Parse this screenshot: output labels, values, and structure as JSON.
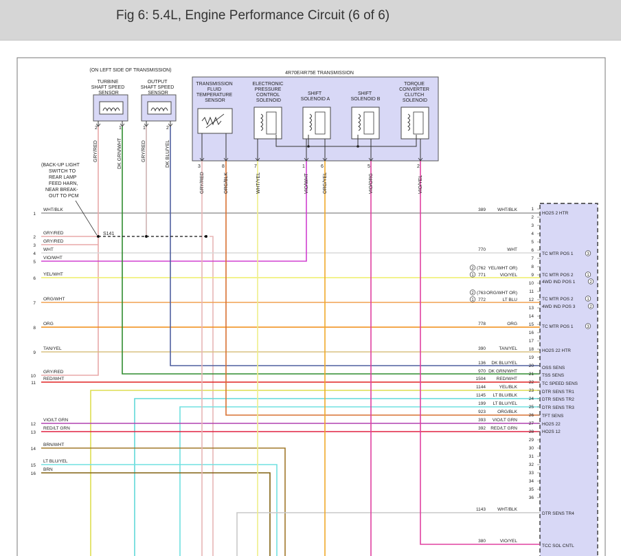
{
  "page_title": "Fig 6: 5.4L, Engine Performance Circuit (6 of 6)",
  "notes": {
    "location": "(ON LEFT SIDE OF TRANSMISSION)",
    "transmission": "4R70E/4R75E TRANSMISSION",
    "backup": [
      "(BACK-UP LIGHT",
      "SWITCH TO",
      "REAR LAMP",
      "FEED HARN,",
      "NEAR BREAK-",
      "OUT TO PCM"
    ],
    "splice": "S141"
  },
  "sensors": [
    {
      "lines": [
        "TURBINE",
        "SHAFT SPEED",
        "SENSOR"
      ],
      "pinL": "2",
      "pinR": "1",
      "wireL": "GRY/RED",
      "wireR": "DK GRN/WHT"
    },
    {
      "lines": [
        "OUTPUT",
        "SHAFT SPEED",
        "SENSOR"
      ],
      "pinL": "1",
      "pinR": "2",
      "wireL": "GRY/RED",
      "wireR": "DK BLU/YEL"
    }
  ],
  "trans_components": [
    {
      "lines": [
        "TRANSMISSION",
        "FLUID",
        "TEMPERATURE",
        "SENSOR"
      ],
      "pinL": "3",
      "pinR": "8",
      "wireL": "GRY/RED",
      "wireR": "ORG/BLK"
    },
    {
      "lines": [
        "ELECTRONIC",
        "PRESSURE",
        "CONTROL",
        "SOLENOID"
      ],
      "pin": "7",
      "wire": "WHT/YEL"
    },
    {
      "lines": [
        "SHIFT",
        "SOLENOID A"
      ],
      "pinL": "1",
      "pinR": "6",
      "wireL": "VIO/WHT",
      "wireR": "ORG/YEL"
    },
    {
      "lines": [
        "SHIFT",
        "SOLENOID B"
      ],
      "pin": "5",
      "wire": "VIO/ORG"
    },
    {
      "lines": [
        "TORQUE",
        "CONVERTER",
        "CLUTCH",
        "SOLENOID"
      ],
      "pin": "2",
      "wire": "VIO/YEL"
    }
  ],
  "left_wires": [
    {
      "pin": "1",
      "label": "WHT/BLK"
    },
    {
      "pin": "2",
      "label": "GRY/RED"
    },
    {
      "pin": "3",
      "label": "GRY/RED"
    },
    {
      "pin": "",
      "label": "WHT"
    },
    {
      "pin": "4",
      "label": ""
    },
    {
      "pin": "5",
      "label": "VIO/WHT"
    },
    {
      "pin": "6",
      "label": "YEL/WHT"
    },
    {
      "pin": "7",
      "label": "ORG/WHT"
    },
    {
      "pin": "8",
      "label": "ORG"
    },
    {
      "pin": "9",
      "label": "TAN/YEL"
    },
    {
      "pin": "10",
      "label": "GRY/RED"
    },
    {
      "pin": "11",
      "label": "RED/WHT"
    },
    {
      "pin": "12",
      "label": "VIO/LT GRN"
    },
    {
      "pin": "13",
      "label": "RED/LT GRN"
    },
    {
      "pin": "14",
      "label": "BRN/WHT"
    },
    {
      "pin": "15",
      "label": "LT BLU/YEL"
    },
    {
      "pin": "16",
      "label": "BRN"
    }
  ],
  "circuits": [
    {
      "num": "389",
      "color": "WHT/BLK"
    },
    {
      "num": "770",
      "color": "WHT"
    },
    {
      "num": "(762",
      "color": "YEL/WHT OR)"
    },
    {
      "num": "771",
      "color": "VIO/YEL"
    },
    {
      "num": "(763",
      "color": "ORG/WHT OR)"
    },
    {
      "num": "772",
      "color": "LT BLU"
    },
    {
      "num": "778",
      "color": "ORG"
    },
    {
      "num": "390",
      "color": "TAN/YEL"
    },
    {
      "num": "136",
      "color": "DK BLU/YEL"
    },
    {
      "num": "970",
      "color": "DK GRN/WHT"
    },
    {
      "num": "1504",
      "color": "RED/WHT"
    },
    {
      "num": "1144",
      "color": "YEL/BLK"
    },
    {
      "num": "1145",
      "color": "LT BLU/BLK"
    },
    {
      "num": "199",
      "color": "LT BLU/YEL"
    },
    {
      "num": "923",
      "color": "ORG/BLK"
    },
    {
      "num": "393",
      "color": "VIO/LT GRN"
    },
    {
      "num": "392",
      "color": "RED/LT GRN"
    },
    {
      "num": "1143",
      "color": "WHT/BLK"
    },
    {
      "num": "380",
      "color": "VIO/YEL"
    }
  ],
  "circle_marks": [
    "2",
    "1",
    "2",
    "1"
  ],
  "pcm_pins": [
    "1",
    "2",
    "3",
    "4",
    "5",
    "6",
    "7",
    "8",
    "9",
    "10",
    "11",
    "12",
    "13",
    "14",
    "15",
    "16",
    "17",
    "18",
    "19",
    "20",
    "21",
    "22",
    "23",
    "24",
    "25",
    "26",
    "27",
    "28",
    "29",
    "30",
    "31",
    "32",
    "33",
    "34",
    "35",
    "36"
  ],
  "pcm_signals": [
    {
      "label": "HO2S 2 HTR"
    },
    {
      "label": "TC MTR POS 1",
      "mark": "3"
    },
    {
      "label": "TC MTR POS 2",
      "mark": "1"
    },
    {
      "label": "4WD IND POS 1",
      "mark": "2"
    },
    {
      "label": "TC MTR POS 2",
      "mark": "1"
    },
    {
      "label": "4WD IND POS 3",
      "mark": "2"
    },
    {
      "label": "TC MTR POS 1",
      "mark": "3"
    },
    {
      "label": "HO2S 22 HTR"
    },
    {
      "label": "OSS SENS"
    },
    {
      "label": "TSS SENS"
    },
    {
      "label": "TC SPEED SENS"
    },
    {
      "label": "DTR SENS TR1"
    },
    {
      "label": "DTR SENS TR2"
    },
    {
      "label": "DTR SENS TR3"
    },
    {
      "label": "TFT SENS"
    },
    {
      "label": "HO2S 22"
    },
    {
      "label": "HO2S 12"
    },
    {
      "label": "DTR SENS TR4"
    },
    {
      "label": "TCC SOL CNTL"
    }
  ]
}
